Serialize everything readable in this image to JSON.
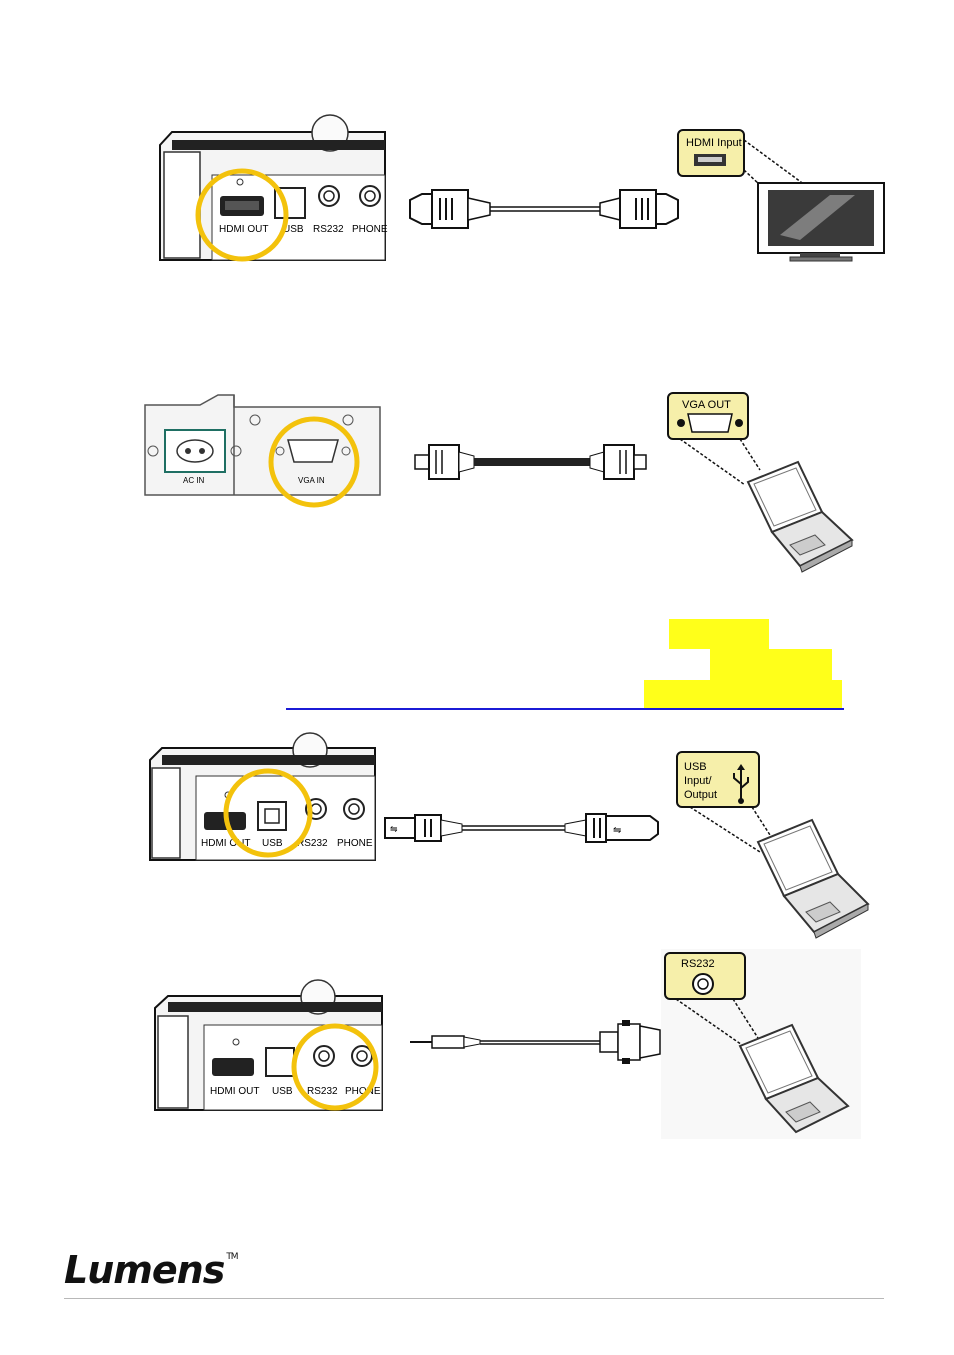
{
  "ports": {
    "hdmi_out": "HDMI OUT",
    "usb": "USB",
    "rs232": "RS232",
    "phone": "PHONE",
    "ac_in": "AC IN",
    "vga_in": "VGA IN"
  },
  "callouts": {
    "hdmi_input": "HDMI Input",
    "vga_out": "VGA OUT",
    "usb_io_line1": "USB",
    "usb_io_line2": "Input/",
    "usb_io_line3": "Output",
    "rs232": "RS232"
  },
  "footer": {
    "brand": "Lumens",
    "trademark": "TM"
  },
  "colors": {
    "highlight_circle": "#f3c20c",
    "highlight_marker": "#ffff1a",
    "link_underline": "#1b1bd6",
    "callout_fill": "#f6efaa"
  },
  "icons": [
    "hdmi-cable-icon",
    "vga-cable-icon",
    "usb-cable-icon",
    "rs232-cable-icon",
    "tv-icon",
    "laptop-icon",
    "usb-trident-icon"
  ]
}
